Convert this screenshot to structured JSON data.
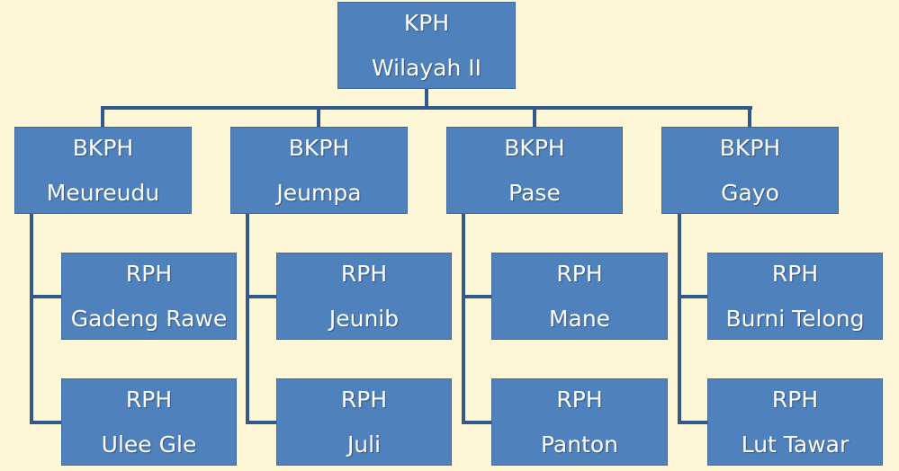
{
  "root": {
    "line1": "KPH",
    "line2": "Wilayah II"
  },
  "branches": [
    {
      "line1": "BKPH",
      "line2": "Meureudu",
      "children": [
        {
          "line1": "RPH",
          "line2": "Gadeng Rawe"
        },
        {
          "line1": "RPH",
          "line2": "Ulee Gle"
        }
      ]
    },
    {
      "line1": "BKPH",
      "line2": "Jeumpa",
      "children": [
        {
          "line1": "RPH",
          "line2": "Jeunib"
        },
        {
          "line1": "RPH",
          "line2": "Juli"
        }
      ]
    },
    {
      "line1": "BKPH",
      "line2": "Pase",
      "children": [
        {
          "line1": "RPH",
          "line2": "Mane"
        },
        {
          "line1": "RPH",
          "line2": "Panton"
        }
      ]
    },
    {
      "line1": "BKPH",
      "line2": "Gayo",
      "children": [
        {
          "line1": "RPH",
          "line2": "Burni Telong"
        },
        {
          "line1": "RPH",
          "line2": "Lut Tawar"
        }
      ]
    }
  ]
}
